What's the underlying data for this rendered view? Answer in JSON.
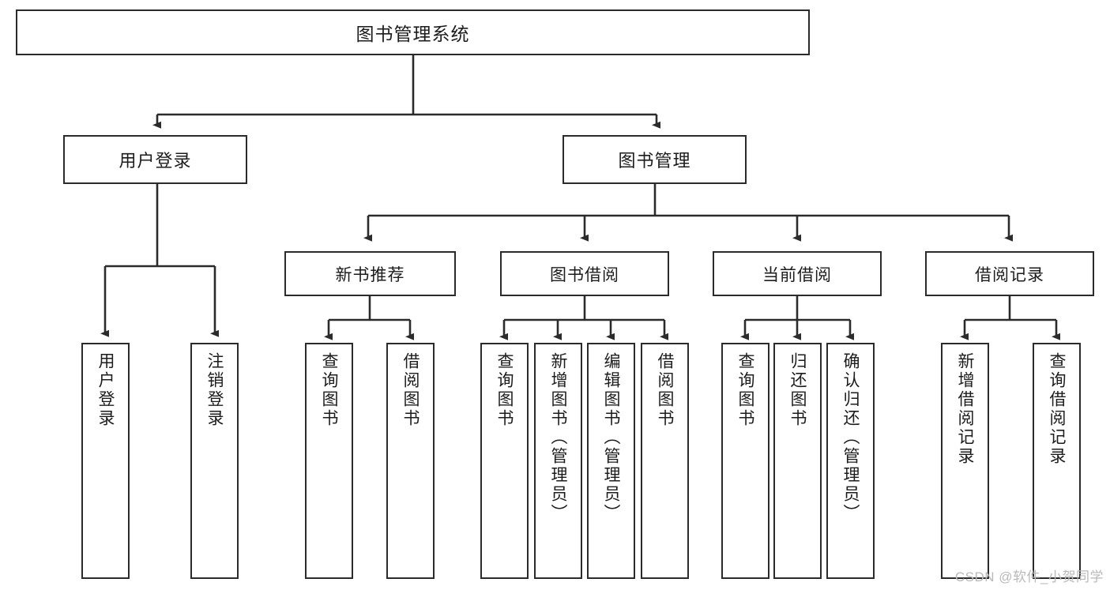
{
  "diagram": {
    "title": "图书管理系统",
    "type": "tree-hierarchy",
    "watermark": "CSDN @软件_小贺同学",
    "colors": {
      "stroke": "#2b2b2b",
      "fill": "#ffffff",
      "text": "#1c1c1c",
      "watermark": "#b9b9b9"
    },
    "nodes": {
      "root": "图书管理系统",
      "lvl1": {
        "user_login": "用户登录",
        "book_manage": "图书管理"
      },
      "lvl2": {
        "new_book_rec": "新书推荐",
        "book_borrow": "图书借阅",
        "current_borrow": "当前借阅",
        "borrow_record": "借阅记录"
      },
      "leaves": {
        "user_login_1": "用户登录",
        "user_login_2": "注销登录",
        "new_book_rec_1": "查询图书",
        "new_book_rec_2": "借阅图书",
        "book_borrow_1": "查询图书",
        "book_borrow_2": "新增图书（管理员）",
        "book_borrow_3": "编辑图书（管理员）",
        "book_borrow_4": "借阅图书",
        "current_borrow_1": "查询图书",
        "current_borrow_2": "归还图书",
        "current_borrow_3": "确认归还（管理员）",
        "borrow_record_1": "新增借阅记录",
        "borrow_record_2": "查询借阅记录"
      }
    }
  }
}
